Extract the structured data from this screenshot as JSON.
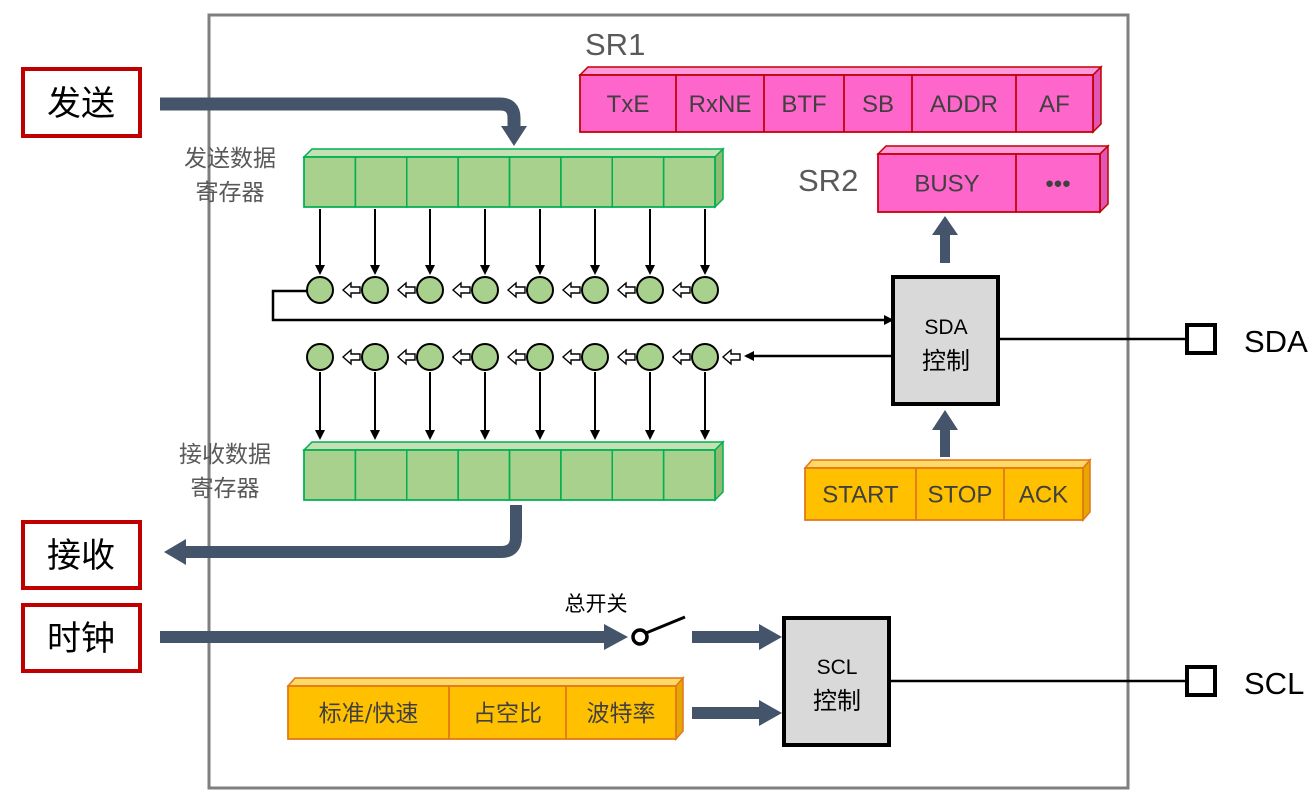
{
  "external": {
    "send_label": "发送",
    "receive_label": "接收",
    "clock_label": "时钟"
  },
  "registers": {
    "tx_label_line1": "发送数据",
    "tx_label_line2": "寄存器",
    "rx_label_line1": "接收数据",
    "rx_label_line2": "寄存器",
    "sr1_title": "SR1",
    "sr1_bits": [
      "TxE",
      "RxNE",
      "BTF",
      "SB",
      "ADDR",
      "AF"
    ],
    "sr2_title": "SR2",
    "sr2_bits": [
      "BUSY",
      "•••"
    ],
    "control_bits": [
      "START",
      "STOP",
      "ACK"
    ],
    "clock_config": [
      "标准/快速",
      "占空比",
      "波特率"
    ]
  },
  "controls": {
    "sda_line1": "SDA",
    "sda_line2": "控制",
    "scl_line1": "SCL",
    "scl_line2": "控制",
    "switch_label": "总开关"
  },
  "pins": {
    "sda": "SDA",
    "scl": "SCL"
  },
  "colors": {
    "frame": "#7f7f7f",
    "shift_register_fill": "#a9d18e",
    "shift_register_border": "#00b050",
    "status_register_fill": "#ff66cc",
    "status_register_border": "#c00000",
    "config_fill": "#ffc000",
    "config_border": "#e2761a",
    "external_border": "#c00000",
    "bus_arrow": "#44546a",
    "control_box_fill": "#d9d9d9"
  }
}
